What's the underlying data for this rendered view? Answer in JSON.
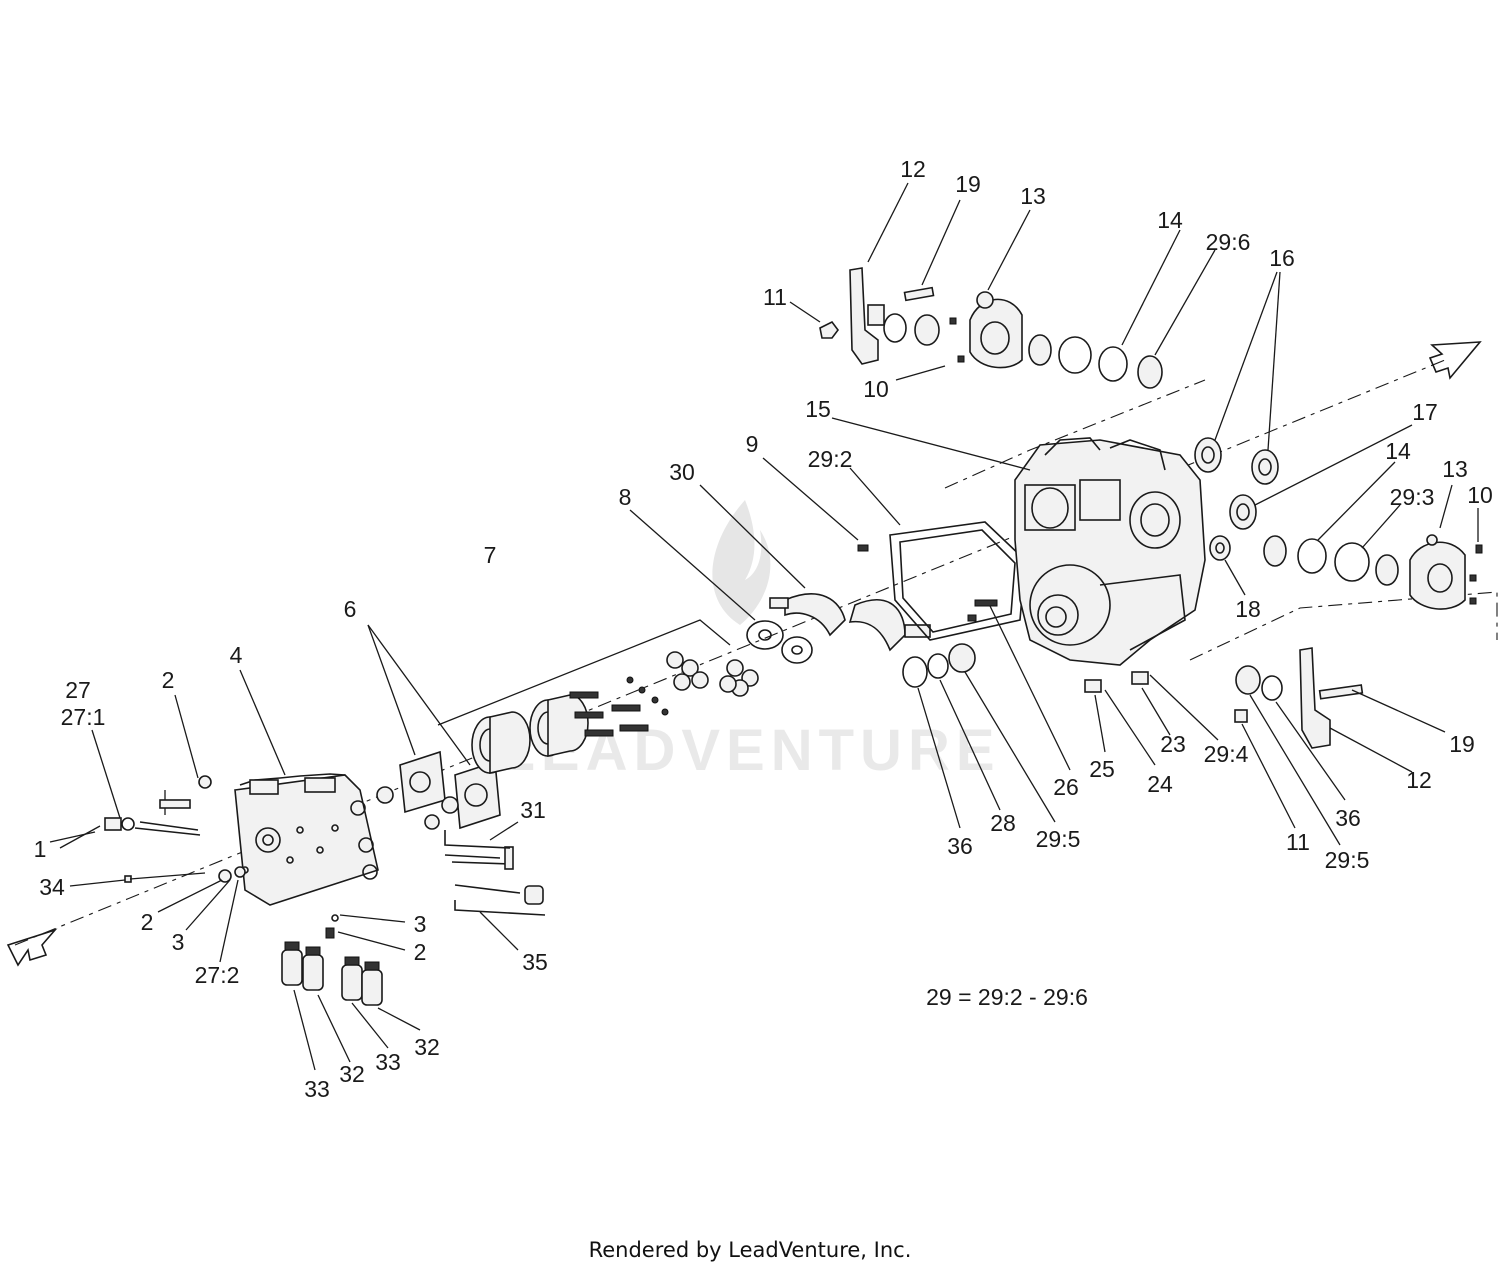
{
  "diagram": {
    "callouts": [
      "1",
      "2",
      "2",
      "2",
      "3",
      "3",
      "4",
      "6",
      "7",
      "8",
      "9",
      "10",
      "10",
      "11",
      "11",
      "12",
      "12",
      "13",
      "13",
      "14",
      "14",
      "15",
      "16",
      "17",
      "18",
      "19",
      "19",
      "23",
      "24",
      "25",
      "26",
      "27",
      "27:1",
      "27:2",
      "28",
      "29:2",
      "29:3",
      "29:4",
      "29:5",
      "29:5",
      "29:6",
      "30",
      "31",
      "32",
      "32",
      "33",
      "33",
      "34",
      "35",
      "36",
      "36"
    ],
    "watermark": "LEADVENTURE",
    "note": "29 = 29:2 - 29:6"
  },
  "footer": {
    "text": "Rendered by LeadVenture, Inc."
  }
}
